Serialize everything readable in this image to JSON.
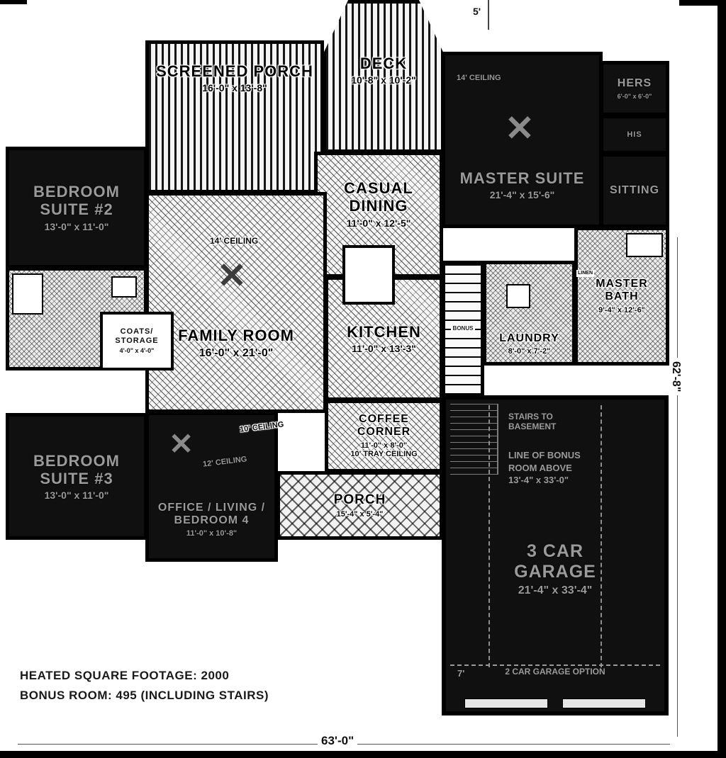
{
  "page": {
    "summary_line1": "HEATED SQUARE FOOTAGE: 2000",
    "summary_line2": "BONUS ROOM: 495 (INCLUDING STAIRS)",
    "dim_top": "5'",
    "dim_right": "62'-8\"",
    "dim_bottom": "63'-0\"",
    "dim_garage_left": "7'"
  },
  "rooms": {
    "screened_porch": {
      "name": "SCREENED PORCH",
      "size": "16'-0\" x 13'-8\""
    },
    "deck": {
      "name": "DECK",
      "size": "10'-8\" x 10'-2\""
    },
    "master_suite": {
      "name": "MASTER SUITE",
      "size": "21'-4\" x 15'-6\"",
      "ceiling": "14' CEILING"
    },
    "hers_closet": {
      "name": "HERS",
      "size": "6'-0\" x 6'-0\""
    },
    "his_closet": {
      "name": "HIS"
    },
    "sitting": {
      "name": "SITTING"
    },
    "bedroom_suite_2": {
      "name": "BEDROOM SUITE #2",
      "size": "13'-0\" x 11'-0\""
    },
    "casual_dining": {
      "name": "CASUAL DINING",
      "size": "11'-0\" x 12'-5\""
    },
    "family_room": {
      "name": "FAMILY ROOM",
      "size": "16'-0\" x 21'-0\"",
      "ceiling": "14' CEILING"
    },
    "kitchen": {
      "name": "KITCHEN",
      "size": "11'-0\" x 13'-3\""
    },
    "interior_stairs": {
      "name": "BONUS"
    },
    "laundry": {
      "name": "LAUNDRY",
      "size": "8'-0\" x 7'-2\""
    },
    "master_bath": {
      "name": "MASTER BATH",
      "size": "9'-4\" x 12'-6\"",
      "linen": "LINEN"
    },
    "coats_storage": {
      "name": "COATS/ STORAGE",
      "size": "4'-0\" x 4'-0\""
    },
    "coffee_corner": {
      "name": "COFFEE CORNER",
      "size": "11'-0\" x 8'-0\"",
      "ceiling": "10' TRAY CEILING"
    },
    "bedroom_suite_3": {
      "name": "BEDROOM SUITE #3",
      "size": "13'-0\" x 11'-0\""
    },
    "office": {
      "name": "OFFICE / LIVING / BEDROOM 4",
      "size": "11'-0\" x 10'-8\"",
      "ceiling": "12' CEILING",
      "ceiling2": "10' CEILING"
    },
    "porch": {
      "name": "PORCH",
      "size": "15'-4\" x 5'-4\""
    },
    "garage": {
      "name": "3 CAR GARAGE",
      "size": "21'-4\" x 33'-4\"",
      "stairs_note": "STAIRS TO BASEMENT",
      "bonus_note": "LINE OF BONUS ROOM ABOVE",
      "bonus_size": "13'-4\" x 33'-0\"",
      "option_note": "2 CAR GARAGE OPTION"
    }
  }
}
